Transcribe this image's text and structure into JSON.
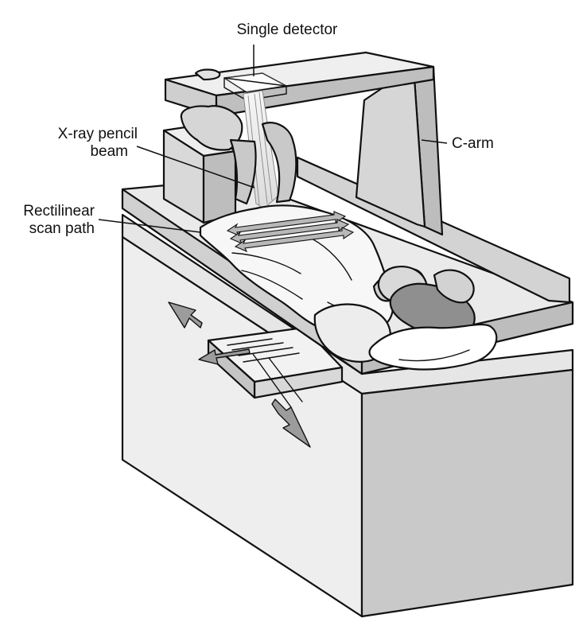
{
  "labels": {
    "detector": "Single detector",
    "beam_line1": "X-ray pencil",
    "beam_line2": "beam",
    "scan_line1": "Rectilinear",
    "scan_line2": "scan path",
    "carm": "C-arm"
  },
  "colors": {
    "outline": "#111111",
    "light_gray": "#e9e9e9",
    "mid_gray": "#c8c8c8",
    "dark_gray": "#9a9a9a",
    "hair": "#6f6f6f",
    "arrow_fill": "#9c9c9c"
  }
}
